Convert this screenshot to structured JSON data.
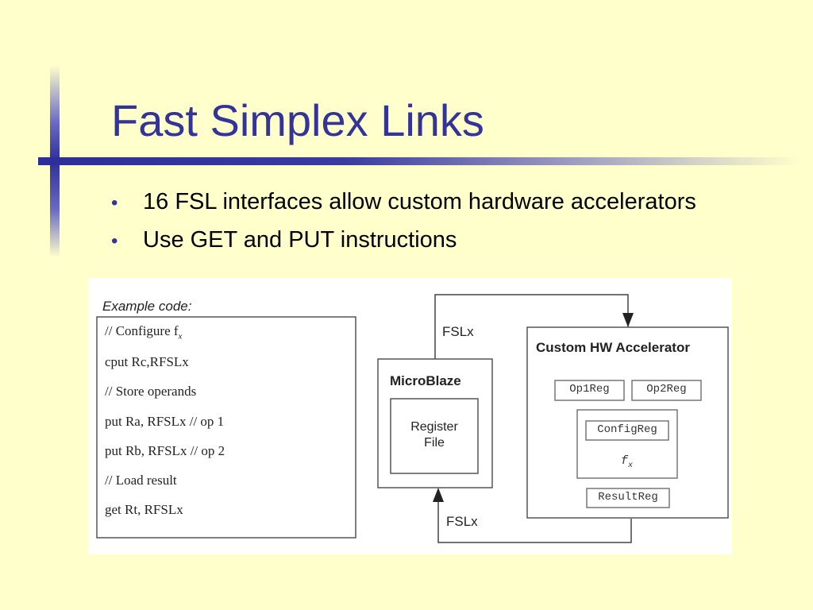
{
  "slide": {
    "title": "Fast Simplex Links",
    "bullets": [
      "16 FSL interfaces allow custom hardware accelerators",
      "Use GET and PUT instructions"
    ]
  },
  "diagram": {
    "example_code": {
      "label": "Example code:",
      "lines": [
        "// Configure f",
        "cput Rc,RFSLx",
        "// Store operands",
        "put Ra, RFSLx // op 1",
        "put Rb, RFSLx // op 2",
        "// Load result",
        "get Rt, RFSLx"
      ]
    },
    "fsl_top_label": "FSLx",
    "fsl_bottom_label": "FSLx",
    "microblaze": {
      "title": "MicroBlaze",
      "register_file": [
        "Register",
        "File"
      ]
    },
    "accelerator": {
      "title": "Custom HW Accelerator",
      "op1": "Op1Reg",
      "op2": "Op2Reg",
      "config": "ConfigReg",
      "fx": "f",
      "fx_sub": "x",
      "result": "ResultReg"
    },
    "colors": {
      "title": "#333399",
      "background": "#ffffcc"
    }
  }
}
